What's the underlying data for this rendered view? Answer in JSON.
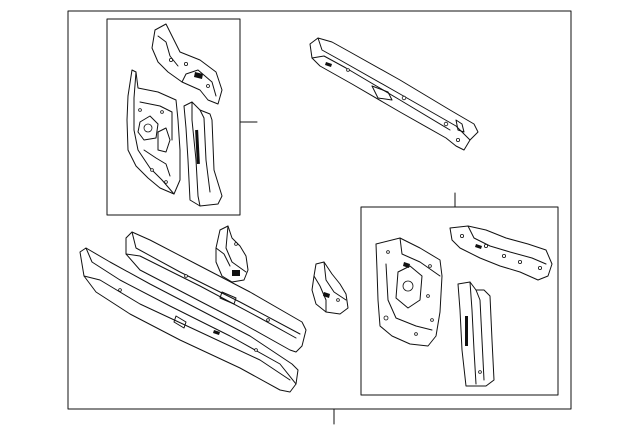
{
  "diagram": {
    "line_color": "#111111",
    "background": "#ffffff",
    "parts": [
      {
        "id": "upper-tie-bar"
      },
      {
        "id": "left-support-assembly"
      },
      {
        "id": "right-support-assembly"
      },
      {
        "id": "lower-tie-bar"
      },
      {
        "id": "lower-reinforcement"
      },
      {
        "id": "center-bracket"
      },
      {
        "id": "side-bracket"
      }
    ]
  }
}
